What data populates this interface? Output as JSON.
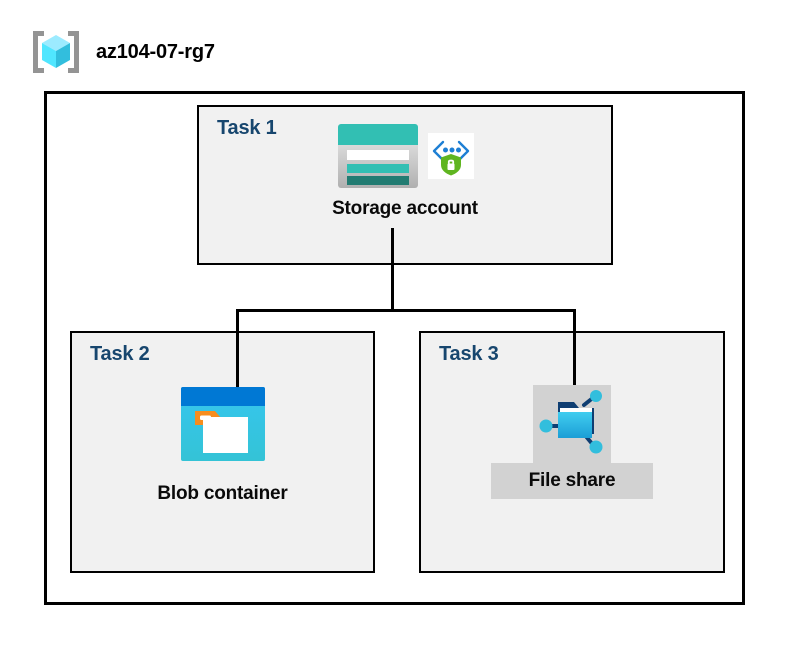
{
  "resource_group": {
    "name": "az104-07-rg7",
    "icon": "azure-resource-group-icon"
  },
  "diagram": {
    "type": "azure-architecture-diagram",
    "container_label": "resource-group-container",
    "colors": {
      "task_label": "#17466e",
      "task_box_fill": "#f1f1f1",
      "border": "#000000",
      "canvas": "#ffffff",
      "selection_highlight": "#d2d2d2",
      "storage_teal": "#32bfb3",
      "storage_teal_dark": "#227c72",
      "blob_blue": "#0078d4",
      "blob_cyan": "#32bedd",
      "blob_orange": "#f78d1e",
      "fileshare_navy": "#0f3e72",
      "fileshare_cyan": "#32bedd",
      "shield_green": "#5fb520",
      "cube_light": "#9cebff",
      "cube_mid": "#50e6ff",
      "cube_dark": "#32bedd",
      "bracket_gray": "#949494"
    },
    "tasks": [
      {
        "id": "task1",
        "label": "Task 1",
        "node": {
          "caption": "Storage account",
          "icons": [
            "storage-account-icon",
            "secure-endpoint-shield-icon"
          ],
          "selected": false
        }
      },
      {
        "id": "task2",
        "label": "Task 2",
        "node": {
          "caption": "Blob container",
          "icons": [
            "blob-container-icon"
          ],
          "selected": false
        }
      },
      {
        "id": "task3",
        "label": "Task 3",
        "node": {
          "caption": "File share",
          "icons": [
            "file-share-icon"
          ],
          "selected": true
        }
      }
    ],
    "connections": [
      {
        "from": "task1.storage-account",
        "to": "task2.blob-container"
      },
      {
        "from": "task1.storage-account",
        "to": "task3.file-share"
      }
    ]
  }
}
